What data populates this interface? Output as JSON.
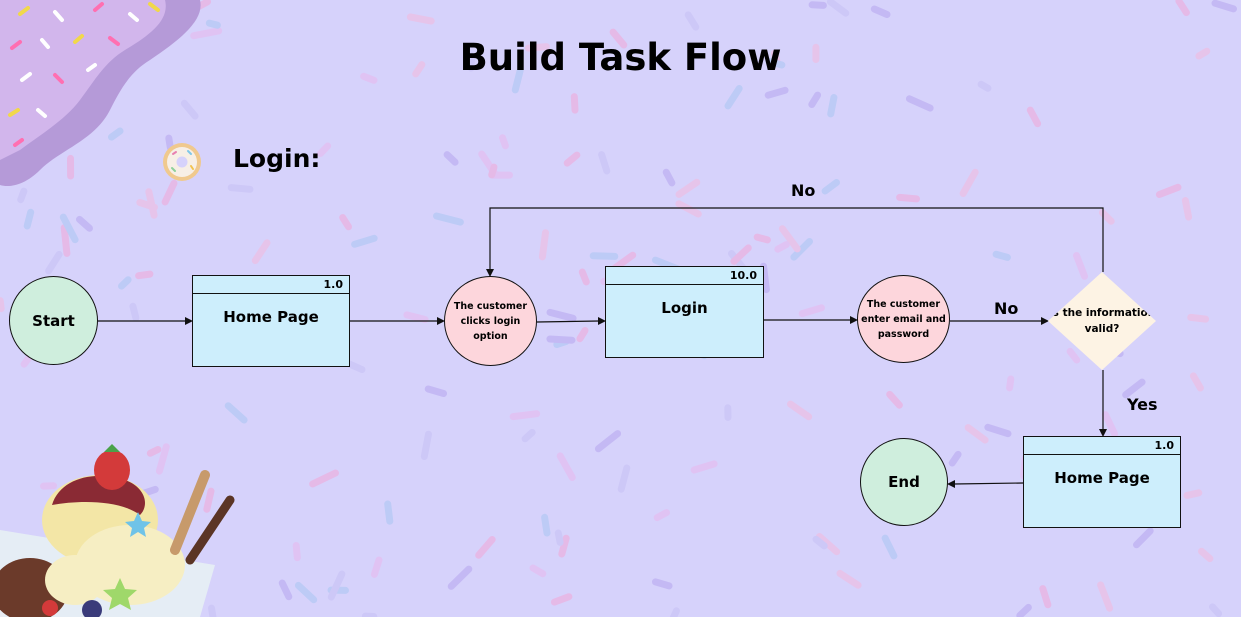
{
  "title": "Build Task Flow",
  "section_label": "Login:",
  "nodes": {
    "start": "Start",
    "home_page_1": {
      "number": "1.0",
      "label": "Home Page"
    },
    "click_login": "The customer clicks login option",
    "login": {
      "number": "10.0",
      "label": "Login"
    },
    "enter_credentials": "The customer enter email and password",
    "decision": "Is the information valid?",
    "home_page_2": {
      "number": "1.0",
      "label": "Home Page"
    },
    "end": "End"
  },
  "edge_labels": {
    "loop_no": "No",
    "right_no": "No",
    "yes": "Yes"
  },
  "colors": {
    "background": "#d6d2fb",
    "terminal_fill": "#cfeedd",
    "process_circle_fill": "#fdd6dc",
    "box_fill": "#cdeefc",
    "decision_fill": "#fdf3e4"
  },
  "decorations": {
    "top_left": "purple-frosting-with-sprinkles",
    "section_icon": "donut-icon",
    "bottom_left": "ice-cream-sundae-illustration"
  }
}
